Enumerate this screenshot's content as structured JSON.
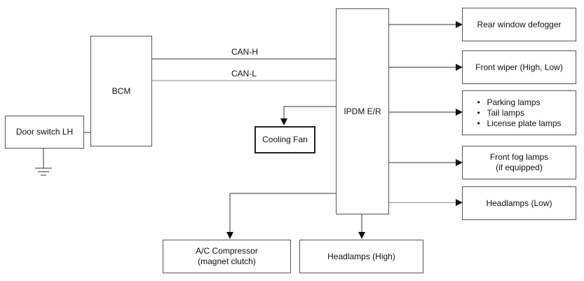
{
  "door_switch": "Door switch LH",
  "bcm": "BCM",
  "ipdm": "IPDM E/R",
  "can_h": "CAN-H",
  "can_l": "CAN-L",
  "cooling_fan": "Cooling Fan",
  "outputs": {
    "rear_defogger": "Rear window defogger",
    "front_wiper": "Front wiper (High, Low)",
    "lamps": [
      "Parking lamps",
      "Tail lamps",
      "License plate lamps"
    ],
    "fog_line1": "Front fog lamps",
    "fog_line2": "(if equipped)",
    "headlamps_low": "Headlamps (Low)",
    "headlamps_high": "Headlamps (High)",
    "ac_line1": "A/C Compressor",
    "ac_line2": "(magnet clutch)"
  }
}
